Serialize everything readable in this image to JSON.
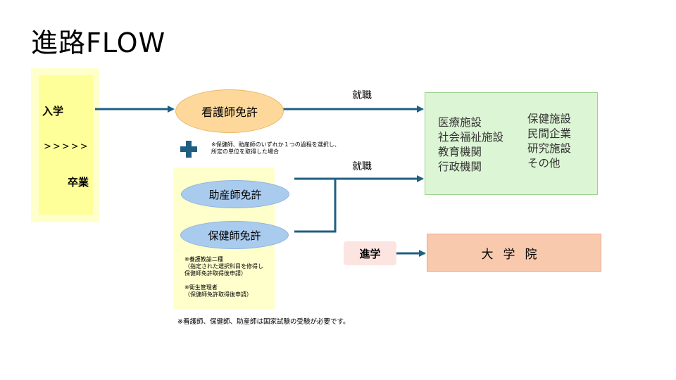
{
  "title": "進路FLOW",
  "enrollment": {
    "entry_label": "入学",
    "arrows_label": ">>>>>",
    "graduation_label": "卒業"
  },
  "nurse_license": "看護師免許",
  "plus_note": "※保健師、助産師のいずれか１つの過程を選択し、\n所定の単位を取得した場合",
  "midwife_license": "助産師免許",
  "public_health_nurse_license": "保健師免許",
  "note_teacher": "※養護教諭二種\n（指定された選択科目を修得し\n保健師免許取得後申請）",
  "note_hygiene": "※衛生管理者\n（保健師免許取得後申請）",
  "footnote": "※看護師、保健師、助産師は国家試験の受験が必要です。",
  "employment_label_1": "就職",
  "employment_label_2": "就職",
  "destinations": {
    "column1": [
      "医療施設",
      "社会福祉施設",
      "教育機関",
      "行政機関"
    ],
    "column2": [
      "保健施設",
      "民間企業",
      "研究施設",
      "その他"
    ]
  },
  "advancement_label": "進学",
  "graduate_school": "大学院",
  "colors": {
    "arrow": "#1f5f82",
    "plus": "#1f5f82",
    "enroll_fill": "#ffff99",
    "nurse_fill": "#fdd89a",
    "license_fill": "#a9cbee",
    "destination_fill": "#dcf5d4",
    "graduate_fill": "#f9c9ae"
  }
}
